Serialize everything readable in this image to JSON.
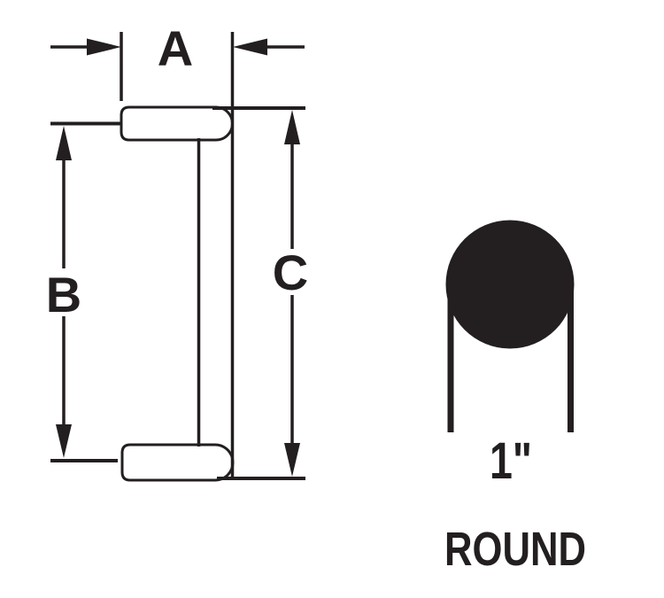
{
  "figure": {
    "type": "technical-dimension-diagram",
    "subject": "door pull handle side view with round grip cross-section",
    "ink_color": "#231f20",
    "background_color": "#ffffff",
    "dimensions": {
      "a_label": "A",
      "b_label": "B",
      "c_label": "C"
    },
    "profile": {
      "diameter_label": "1\"",
      "shape_label": "ROUND"
    }
  }
}
